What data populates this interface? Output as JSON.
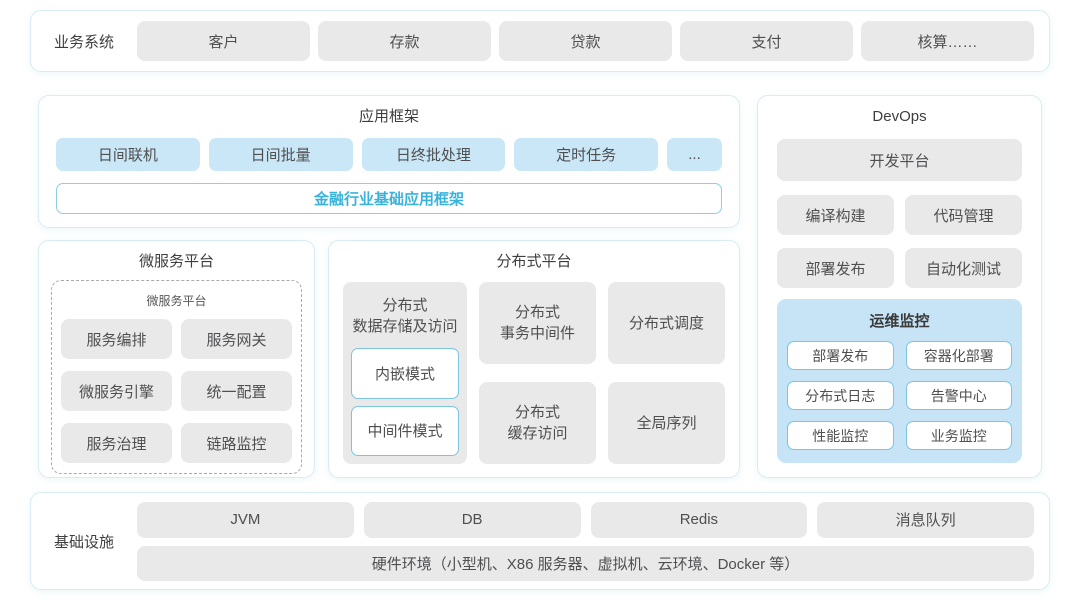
{
  "colors": {
    "panel_border": "#d7ecf3",
    "gray_box": "#e9e9ea",
    "blue_box": "#c9e7f6",
    "blue_panel_bg": "#c6e4f5",
    "outline_border": "#7cc4e0",
    "accent_text": "#39b3dc",
    "label_text": "#4f4f50"
  },
  "business_system": {
    "label": "业务系统",
    "items": [
      "客户",
      "存款",
      "贷款",
      "支付",
      "核算……"
    ]
  },
  "app_framework": {
    "title": "应用框架",
    "modules": [
      "日间联机",
      "日间批量",
      "日终批处理",
      "定时任务",
      "..."
    ],
    "base_framework": "金融行业基础应用框架"
  },
  "devops": {
    "title": "DevOps",
    "dev_platform": "开发平台",
    "tools": [
      "编译构建",
      "代码管理",
      "部署发布",
      "自动化测试"
    ],
    "ops_monitor": {
      "title": "运维监控",
      "items": [
        "部署发布",
        "容器化部署",
        "分布式日志",
        "告警中心",
        "性能监控",
        "业务监控"
      ]
    }
  },
  "microservice_platform": {
    "title": "微服务平台",
    "inner_title": "微服务平台",
    "items": [
      "服务编排",
      "服务网关",
      "微服务引擎",
      "统一配置",
      "服务治理",
      "链路监控"
    ]
  },
  "distributed_platform": {
    "title": "分布式平台",
    "storage": {
      "title": "分布式\n数据存储及访问",
      "modes": [
        "内嵌模式",
        "中间件模式"
      ]
    },
    "cells": {
      "transaction": "分布式\n事务中间件",
      "scheduling": "分布式调度",
      "cache": "分布式\n缓存访问",
      "sequence": "全局序列"
    }
  },
  "infrastructure": {
    "label": "基础设施",
    "items": [
      "JVM",
      "DB",
      "Redis",
      "消息队列"
    ],
    "hardware": "硬件环境（小型机、X86 服务器、虚拟机、云环境、Docker 等）"
  }
}
